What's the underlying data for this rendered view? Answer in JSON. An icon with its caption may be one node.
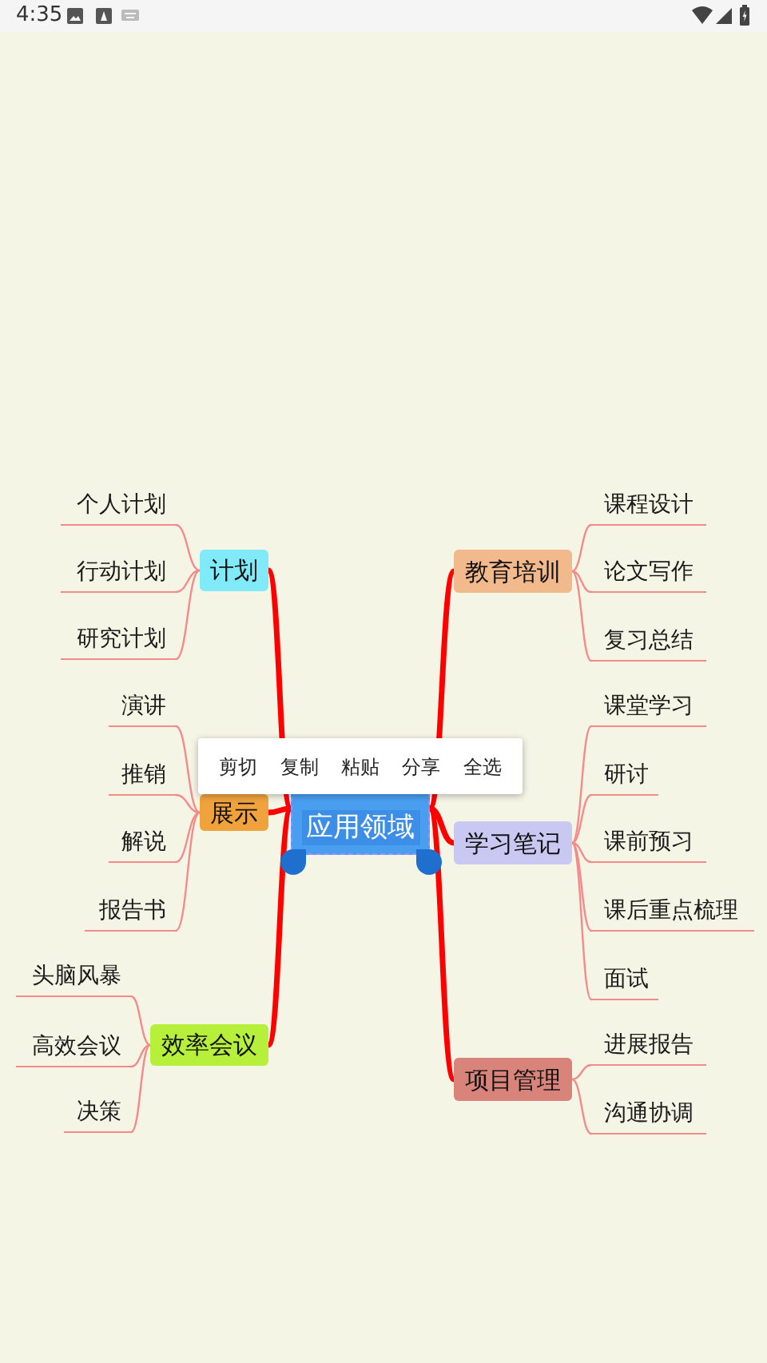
{
  "diagram": {
    "nodes": [
      {
        "text": [
          "应用领域"
        ]
      },
      {
        "text": [
          "计划"
        ]
      },
      {
        "text": [
          "个人计划"
        ]
      },
      {
        "text": [
          "行动计划"
        ]
      },
      {
        "text": [
          "研究计划"
        ]
      },
      {
        "text": [
          "展示"
        ]
      },
      {
        "text": [
          "演讲"
        ]
      },
      {
        "text": [
          "推销"
        ]
      },
      {
        "text": [
          "解说"
        ]
      },
      {
        "text": [
          "报告书"
        ]
      },
      {
        "text": [
          "效率会议"
        ]
      },
      {
        "text": [
          "头脑风暴"
        ]
      },
      {
        "text": [
          "高效会议"
        ]
      },
      {
        "text": [
          "决策"
        ]
      },
      {
        "text": [
          "教育培训"
        ]
      },
      {
        "text": [
          "课程设计"
        ]
      },
      {
        "text": [
          "论文写作"
        ]
      },
      {
        "text": [
          "复习总结"
        ]
      },
      {
        "text": [
          "学习笔记"
        ]
      },
      {
        "text": [
          "课堂学习"
        ]
      },
      {
        "text": [
          "研讨"
        ]
      },
      {
        "text": [
          "课前预习"
        ]
      },
      {
        "text": [
          "课后重点梳理"
        ]
      },
      {
        "text": [
          "面试"
        ]
      },
      {
        "text": [
          "项目管理"
        ]
      },
      {
        "text": [
          "进展报告"
        ]
      },
      {
        "text": [
          "沟通协调"
        ]
      }
    ],
    "edges": [
      {
        "from": 0,
        "to": 1,
        "arrow": "none",
        "style": "thick",
        "color": "#ff0000"
      },
      {
        "from": 1,
        "to": 2,
        "arrow": "none"
      },
      {
        "from": 1,
        "to": 3,
        "arrow": "none"
      },
      {
        "from": 1,
        "to": 4,
        "arrow": "none"
      },
      {
        "from": 0,
        "to": 5,
        "arrow": "none",
        "style": "thick",
        "color": "#ff0000"
      },
      {
        "from": 5,
        "to": 6,
        "arrow": "none"
      },
      {
        "from": 5,
        "to": 7,
        "arrow": "none"
      },
      {
        "from": 5,
        "to": 8,
        "arrow": "none"
      },
      {
        "from": 5,
        "to": 9,
        "arrow": "none"
      },
      {
        "from": 0,
        "to": 10,
        "arrow": "none",
        "style": "thick",
        "color": "#ff0000"
      },
      {
        "from": 10,
        "to": 11,
        "arrow": "none"
      },
      {
        "from": 10,
        "to": 12,
        "arrow": "none"
      },
      {
        "from": 10,
        "to": 13,
        "arrow": "none"
      },
      {
        "from": 0,
        "to": 14,
        "arrow": "none",
        "style": "thick",
        "color": "#ff0000"
      },
      {
        "from": 14,
        "to": 15,
        "arrow": "none"
      },
      {
        "from": 14,
        "to": 16,
        "arrow": "none"
      },
      {
        "from": 14,
        "to": 17,
        "arrow": "none"
      },
      {
        "from": 0,
        "to": 18,
        "arrow": "none",
        "style": "thick",
        "color": "#ff0000"
      },
      {
        "from": 18,
        "to": 19,
        "arrow": "none"
      },
      {
        "from": 18,
        "to": 20,
        "arrow": "none"
      },
      {
        "from": 18,
        "to": 21,
        "arrow": "none"
      },
      {
        "from": 18,
        "to": 22,
        "arrow": "none"
      },
      {
        "from": 18,
        "to": 23,
        "arrow": "none"
      },
      {
        "from": 0,
        "to": 24,
        "arrow": "none",
        "style": "thick",
        "color": "#ff0000"
      },
      {
        "from": 24,
        "to": 25,
        "arrow": "none"
      },
      {
        "from": 24,
        "to": 26,
        "arrow": "none"
      }
    ],
    "labels": [
      "4:35",
      "剪切",
      "复制",
      "粘贴",
      "分享",
      "全选"
    ]
  }
}
